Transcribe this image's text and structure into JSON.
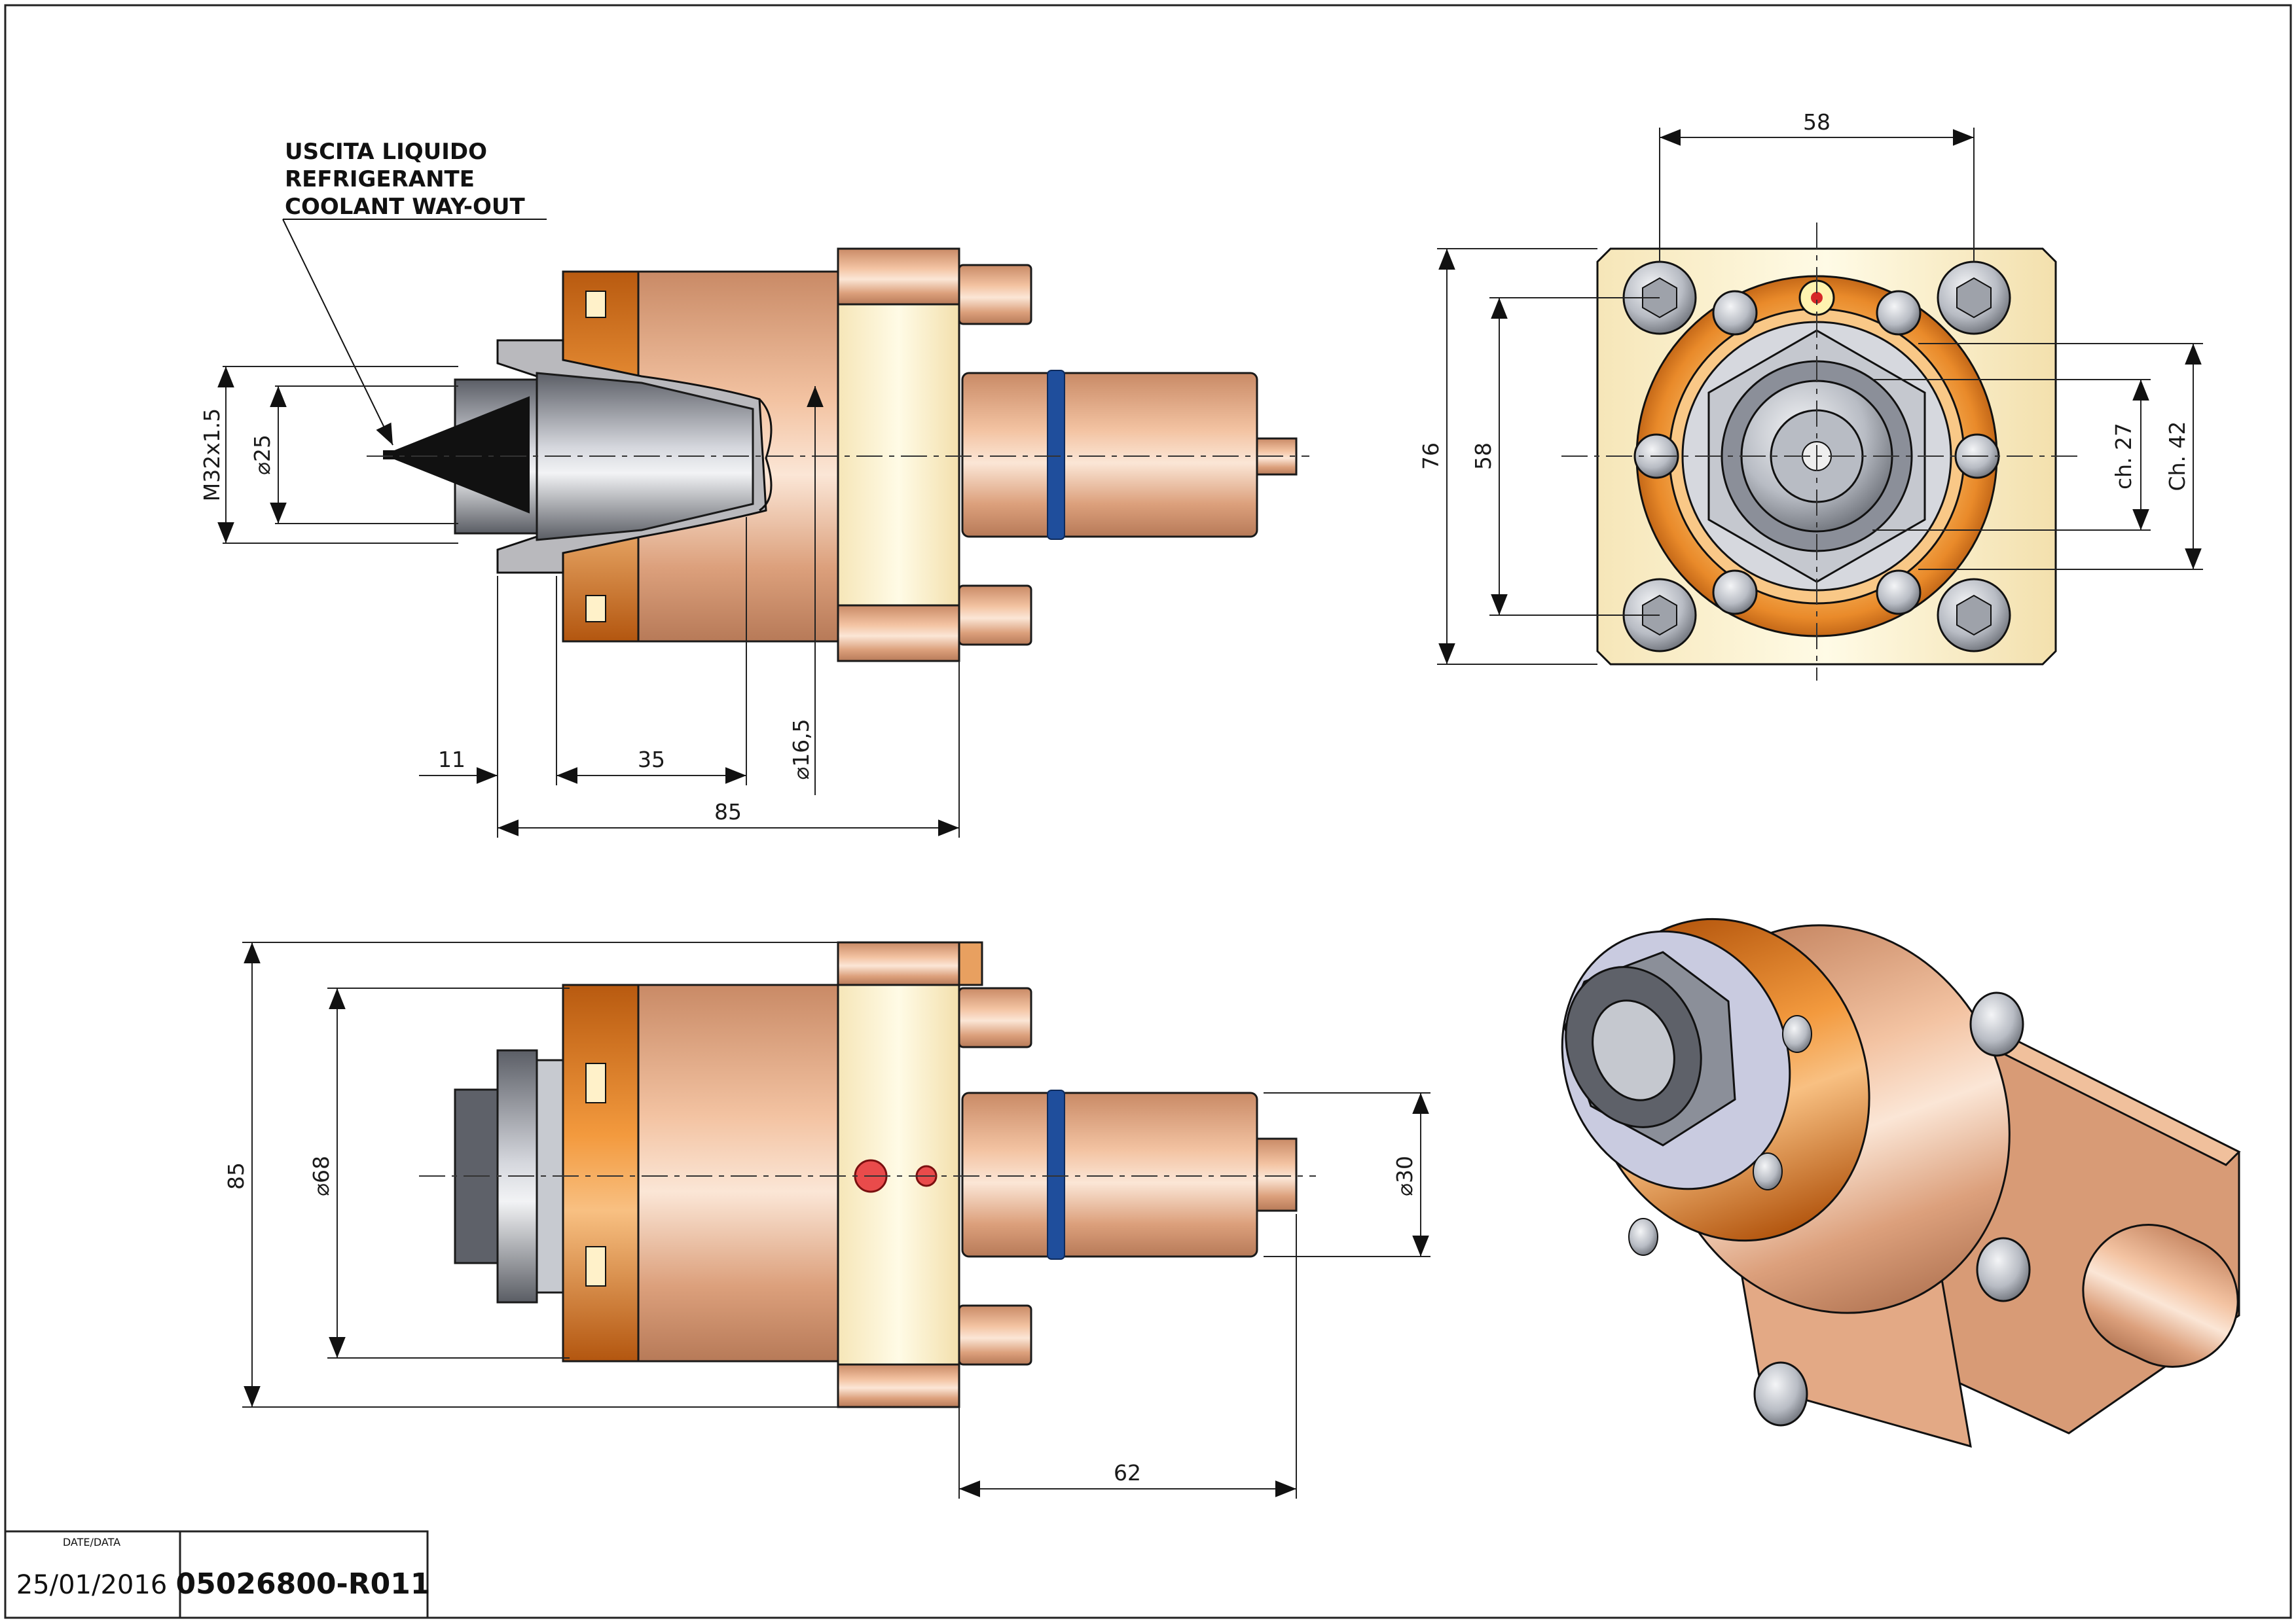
{
  "note": {
    "line1": "USCITA LIQUIDO",
    "line2": "REFRIGERANTE",
    "line3": "COOLANT WAY-OUT"
  },
  "dimensions": {
    "top_view": {
      "thread": "M32x1.5",
      "dia_25": "⌀25",
      "dim_11": "11",
      "dim_35": "35",
      "dia_16_5": "⌀16,5",
      "dim_85": "85"
    },
    "front_view": {
      "dim_58_h": "58",
      "dim_76": "76",
      "dim_58_v": "58",
      "ch_27": "ch. 27",
      "ch_42": "Ch. 42"
    },
    "side_view": {
      "dim_85": "85",
      "dia_68": "⌀68",
      "dia_30": "⌀30",
      "dim_62": "62"
    }
  },
  "title_block": {
    "date_label": "DATE/DATA",
    "date": "25/01/2016",
    "code": "05026800-R011"
  },
  "colors": {
    "copper": "#e2a882",
    "orange": "#e07a1e",
    "flange": "#fbf3cf",
    "steel": "#8b8f99",
    "seal": "#1f4e9c"
  }
}
